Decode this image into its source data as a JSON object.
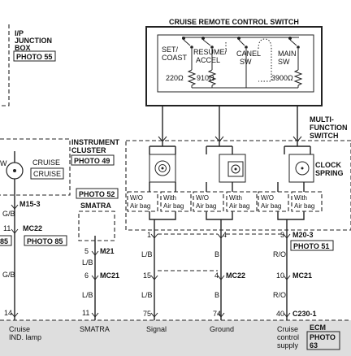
{
  "title": "CRUISE REMOTE CONTROL SWITCH",
  "ip_junction_box": {
    "line1": "I/P",
    "line2": "JUNCTION",
    "line3": "BOX",
    "photo": "PHOTO 55"
  },
  "switches": [
    {
      "label1": "SET/",
      "label2": "COAST",
      "resistance": "220Ω"
    },
    {
      "label1": "RESUME/",
      "label2": "ACCEL",
      "resistance": "910Ω"
    },
    {
      "label1": "CANEL",
      "label2": "SW",
      "resistance": ""
    },
    {
      "label1": "MAIN",
      "label2": "SW",
      "resistance": "3900Ω"
    }
  ],
  "multifunction_switch": {
    "line1": "MULTI-",
    "line2": "FUNCTION",
    "line3": "SWITCH"
  },
  "clock_spring": {
    "line1": "CLOCK",
    "line2": "SPRING"
  },
  "airbag_labels": [
    {
      "l1": "W/O",
      "l2": "Air bag"
    },
    {
      "l1": "With",
      "l2": "Air bag"
    },
    {
      "l1": "W/O",
      "l2": "Air bag"
    },
    {
      "l1": "With",
      "l2": "Air bag"
    },
    {
      "l1": "W/O",
      "l2": "Air bag"
    },
    {
      "l1": "With",
      "l2": "Air bag"
    }
  ],
  "instrument_cluster": {
    "line1": "INSTRUMENT",
    "line2": "CLUSTER",
    "photo": "PHOTO 49",
    "indicator": "CRUISE",
    "indicator_box": "CRUISE",
    "left_cut": "W"
  },
  "smatra": {
    "photo": "PHOTO 52",
    "label": "SMATRA"
  },
  "connectors": {
    "m15_3": "M15-3",
    "mc22_left": "MC22",
    "photo85": "PHOTO 85",
    "photo85_cut": "85",
    "m21": "M21",
    "mc21_mid": "MC21",
    "mc22_center": "MC22",
    "mc21_right": "MC21",
    "m20_3": "M20-3",
    "photo51": "PHOTO 51",
    "c230_1": "C230-1"
  },
  "pins": {
    "cluster_top": "11",
    "cluster_bottom": "14",
    "smatra_top": "5",
    "smatra_mid": "6",
    "smatra_bottom": "11",
    "sig_top": "1",
    "sig_mid": "15",
    "sig_bottom": "75",
    "gnd_top": "4",
    "gnd_mid": "4",
    "gnd_bottom": "74",
    "sup_top": "3",
    "sup_mid": "10",
    "sup_bottom": "40"
  },
  "wire_colors": {
    "cluster_upper": "G/B",
    "cluster_lower": "G/B",
    "smatra_upper": "L/B",
    "smatra_lower": "L/B",
    "sig_upper": "L/B",
    "sig_lower": "L/B",
    "gnd_upper": "B",
    "gnd_lower": "B",
    "sup_upper": "R/O",
    "sup_lower": "R/O"
  },
  "ecm": {
    "label": "ECM",
    "photo1": "PHOTO",
    "photo2": "63",
    "cruise_ind_1": "Cruise",
    "cruise_ind_2": "IND. lamp",
    "smatra": "SMATRA",
    "signal": "Signal",
    "ground": "Ground",
    "supply1": "Cruise",
    "supply2": "control",
    "supply3": "supply"
  }
}
